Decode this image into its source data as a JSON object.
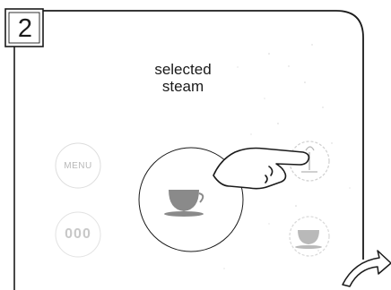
{
  "step": {
    "number": "2"
  },
  "caption": {
    "line1": "selected",
    "line2": "steam"
  },
  "controls": {
    "menu_label": "MENU",
    "dots_label": "000"
  },
  "icons": {
    "pointer": "pointing-hand-icon",
    "steam_button": "steam-icon",
    "cup_center": "coffee-cup-icon",
    "cup_button": "cup-icon",
    "next_page": "curved-arrow-icon"
  },
  "colors": {
    "line": "#1a1a1a",
    "faded": "#bdbdbd",
    "cup": "#8a8a8a"
  }
}
